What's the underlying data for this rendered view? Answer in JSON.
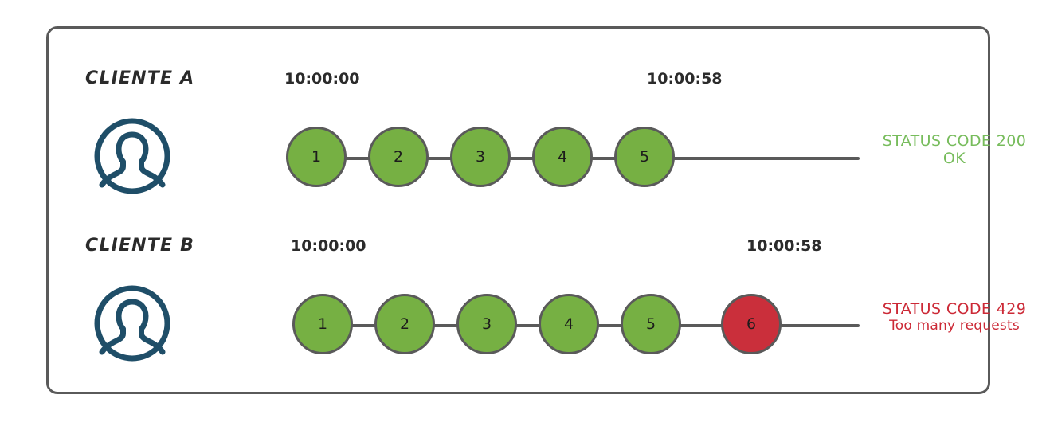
{
  "diagram": {
    "title_visible": false,
    "colors": {
      "node_ok": "#76b043",
      "node_error": "#ca2f3b",
      "node_border": "#5a5a5a",
      "frame_border": "#5a5a5a",
      "avatar": "#1f4e68",
      "status_ok_text": "#77bc5c",
      "status_error_text": "#cc2936",
      "timestamp_text": "#2b2b2b",
      "background": "#ffffff"
    },
    "rows": [
      {
        "id": "client-a",
        "client_label": "CLIENTE A",
        "avatar_icon": "user-avatar-icon",
        "timestamp_start": "10:00:00",
        "timestamp_end": "10:00:58",
        "nodes": [
          {
            "label": "1",
            "state": "ok"
          },
          {
            "label": "2",
            "state": "ok"
          },
          {
            "label": "3",
            "state": "ok"
          },
          {
            "label": "4",
            "state": "ok"
          },
          {
            "label": "5",
            "state": "ok"
          }
        ],
        "status": {
          "line1": "STATUS CODE 200",
          "line2": "OK",
          "state": "ok"
        }
      },
      {
        "id": "client-b",
        "client_label": "CLIENTE B",
        "avatar_icon": "user-avatar-icon",
        "timestamp_start": "10:00:00",
        "timestamp_end": "10:00:58",
        "nodes": [
          {
            "label": "1",
            "state": "ok"
          },
          {
            "label": "2",
            "state": "ok"
          },
          {
            "label": "3",
            "state": "ok"
          },
          {
            "label": "4",
            "state": "ok"
          },
          {
            "label": "5",
            "state": "ok"
          },
          {
            "label": "6",
            "state": "error"
          }
        ],
        "status": {
          "line1": "STATUS CODE 429",
          "line2": "Too many requests",
          "state": "error"
        }
      }
    ]
  }
}
